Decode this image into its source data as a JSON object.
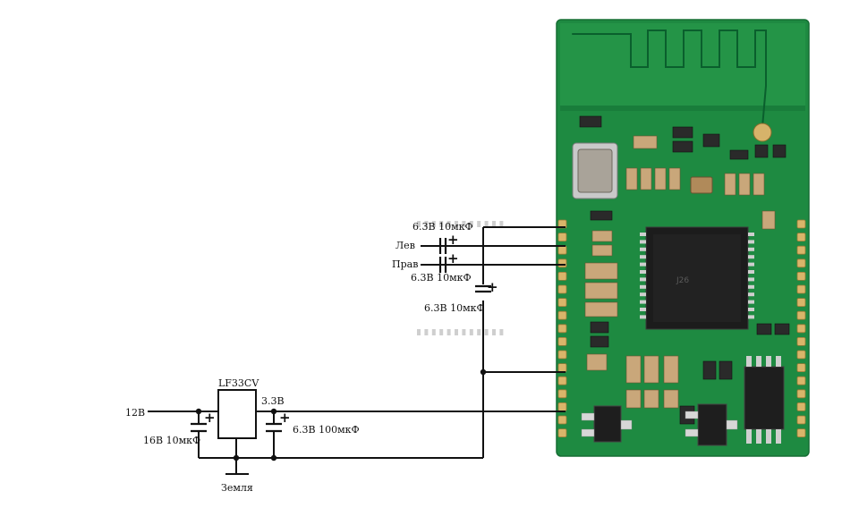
{
  "labels": {
    "reg_name": "LF33CV",
    "v_in": "12В",
    "v_out": "3.3В",
    "cap_in": "16В 10мкФ",
    "cap_out": "6.3В 100мкФ",
    "ground": "Земля",
    "left_ch": "Лев",
    "right_ch": "Прав",
    "cap_top": "6.3В 10мкФ",
    "cap_mid": "6.3В 10мкФ",
    "cap_vert": "6.3В 10мкФ",
    "chip_mark": "J26"
  },
  "colors": {
    "pcb": "#1e8a41",
    "pcb_dark": "#0f6a30",
    "pads": "#d9b56a",
    "wires": "#111111"
  }
}
